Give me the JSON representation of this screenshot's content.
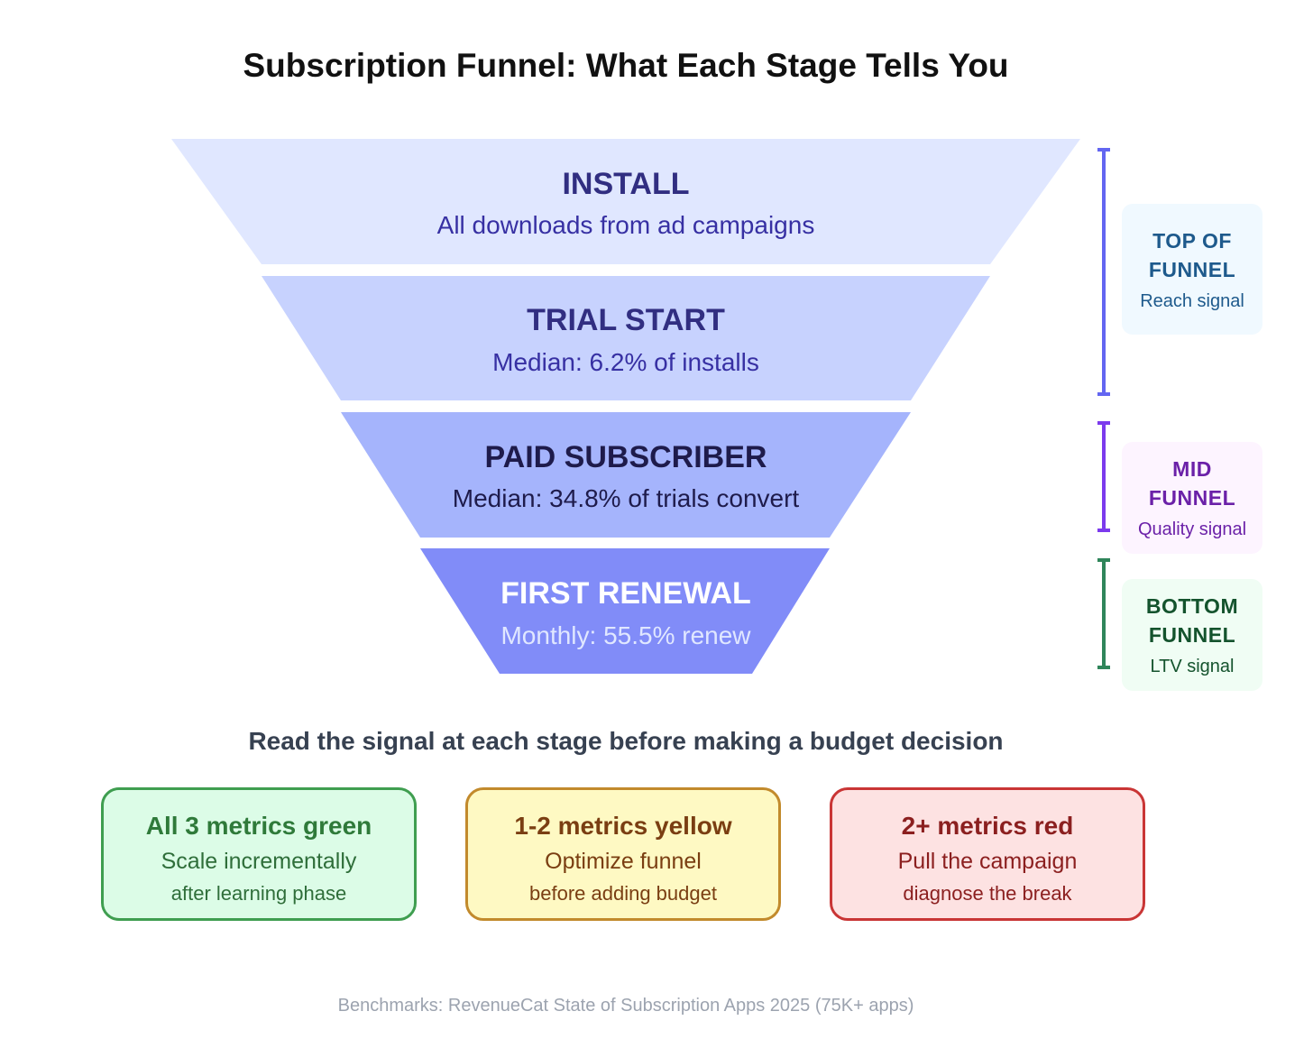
{
  "title": "Subscription Funnel: What Each Stage Tells You",
  "stages": [
    {
      "name": "INSTALL",
      "detail": "All downloads from ad campaigns",
      "fill": "#e0e7ff",
      "name_color": "#312e81",
      "detail_color": "#3730a3"
    },
    {
      "name": "TRIAL START",
      "detail": "Median: 6.2% of installs",
      "fill": "#c7d2fe",
      "name_color": "#312e81",
      "detail_color": "#3730a3"
    },
    {
      "name": "PAID SUBSCRIBER",
      "detail": "Median: 34.8% of trials convert",
      "fill": "#a5b4fc",
      "name_color": "#1e1b4b",
      "detail_color": "#1e1b4b"
    },
    {
      "name": "FIRST RENEWAL",
      "detail": "Monthly: 55.5% renew",
      "fill": "#818cf8",
      "name_color": "#ffffff",
      "detail_color": "#e0e7ff"
    }
  ],
  "signals": [
    {
      "title_line1": "TOP OF",
      "title_line2": "FUNNEL",
      "label": "Reach signal",
      "bg": "#f0f9ff",
      "color": "#1e5a8c",
      "bracket_color": "#6366f1"
    },
    {
      "title_line1": "MID",
      "title_line2": "FUNNEL",
      "label": "Quality signal",
      "bg": "#fdf4ff",
      "color": "#6b21a8",
      "bracket_color": "#7c3aed"
    },
    {
      "title_line1": "BOTTOM",
      "title_line2": "FUNNEL",
      "label": "LTV signal",
      "bg": "#f0fdf4",
      "color": "#14532d",
      "bracket_color": "#2f855a"
    }
  ],
  "subtitle": "Read the signal at each stage before making a budget decision",
  "rules": [
    {
      "title": "All 3 metrics green",
      "line1": "Scale incrementally",
      "line2": "after learning phase",
      "bg": "#dcfce7",
      "border": "#3f9e50",
      "title_color": "#2f7a3a",
      "text_color": "#2f6e3a"
    },
    {
      "title": "1-2 metrics yellow",
      "line1": "Optimize funnel",
      "line2": "before adding budget",
      "bg": "#fef9c3",
      "border": "#c28a2c",
      "title_color": "#7a3e12",
      "text_color": "#7a3e12"
    },
    {
      "title": "2+ metrics red",
      "line1": "Pull the campaign",
      "line2": "diagnose the break",
      "bg": "#fde2e2",
      "border": "#c93535",
      "title_color": "#8b1f1f",
      "text_color": "#8b1f1f"
    }
  ],
  "footer": "Benchmarks: RevenueCat State of Subscription Apps 2025 (75K+ apps)"
}
